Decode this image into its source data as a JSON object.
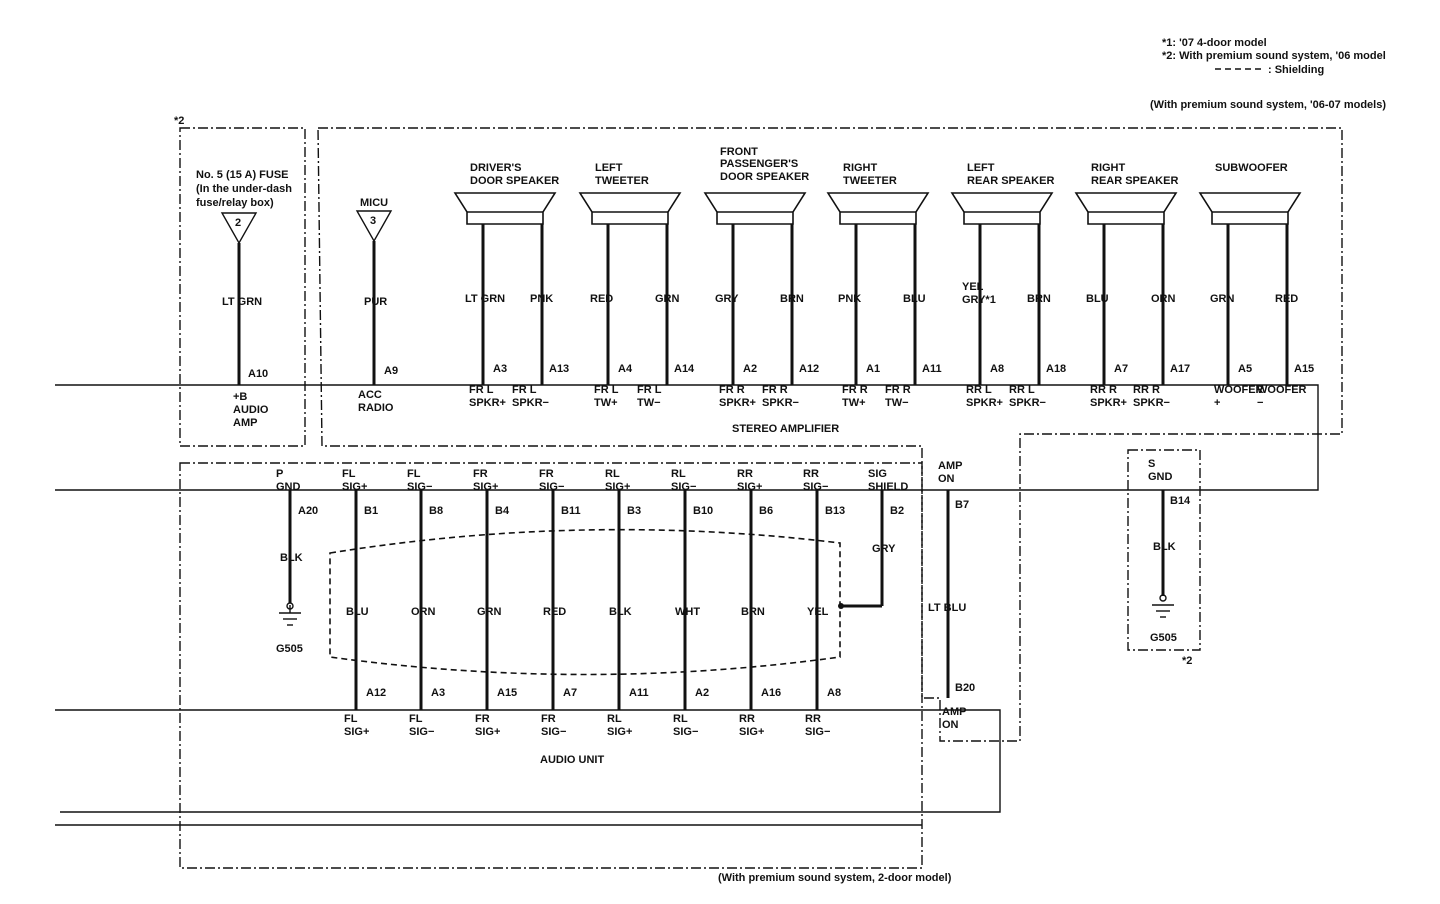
{
  "notes": {
    "n1": "*1: '07 4-door model",
    "n2": "*2: With premium sound system, '06 model",
    "shielding": ": Shielding"
  },
  "boxes": {
    "premium_4door": "(With premium sound system, '06-07 models)",
    "premium_2door": "(With premium sound system, 2-door model)",
    "note_tl": "*2",
    "note_br": "*2"
  },
  "fuse": {
    "line1": "No. 5 (15 A) FUSE",
    "line2": "(In the under-dash",
    "line3": "fuse/relay box)",
    "num": "2",
    "wire": "LT GRN",
    "pin": "A10",
    "term1": "+B",
    "term2": "AUDIO",
    "term3": "AMP"
  },
  "micu": {
    "label": "MICU",
    "num": "3",
    "wire": "PUR",
    "pin": "A9",
    "term1": "ACC",
    "term2": "RADIO"
  },
  "stereo_amp": {
    "label": "STEREO AMPLIFIER"
  },
  "audio_unit": {
    "label": "AUDIO UNIT"
  },
  "speakers": [
    {
      "l1": "DRIVER'S",
      "l2": "DOOR SPEAKER",
      "l3": "",
      "w1": "LT GRN",
      "w2": "PNK",
      "p1": "A3",
      "p2": "A13",
      "t1a": "FR L",
      "t1b": "SPKR+",
      "t2a": "FR L",
      "t2b": "SPKR−"
    },
    {
      "l1": "LEFT",
      "l2": "TWEETER",
      "l3": "",
      "w1": "RED",
      "w2": "GRN",
      "p1": "A4",
      "p2": "A14",
      "t1a": "FR L",
      "t1b": "TW+",
      "t2a": "FR L",
      "t2b": "TW−"
    },
    {
      "l1": "FRONT",
      "l2": "PASSENGER'S",
      "l3": "DOOR SPEAKER",
      "w1": "GRY",
      "w2": "BRN",
      "p1": "A2",
      "p2": "A12",
      "t1a": "FR R",
      "t1b": "SPKR+",
      "t2a": "FR R",
      "t2b": "SPKR−"
    },
    {
      "l1": "RIGHT",
      "l2": "TWEETER",
      "l3": "",
      "w1": "PNK",
      "w2": "BLU",
      "p1": "A1",
      "p2": "A11",
      "t1a": "FR R",
      "t1b": "TW+",
      "t2a": "FR R",
      "t2b": "TW−"
    },
    {
      "l1": "LEFT",
      "l2": "REAR SPEAKER",
      "l3": "",
      "w1": "YEL",
      "w1b": "GRY*1",
      "w2": "BRN",
      "p1": "A8",
      "p2": "A18",
      "t1a": "RR L",
      "t1b": "SPKR+",
      "t2a": "RR L",
      "t2b": "SPKR−"
    },
    {
      "l1": "RIGHT",
      "l2": "REAR SPEAKER",
      "l3": "",
      "w1": "BLU",
      "w2": "ORN",
      "p1": "A7",
      "p2": "A17",
      "t1a": "RR R",
      "t1b": "SPKR+",
      "t2a": "RR R",
      "t2b": "SPKR−"
    },
    {
      "l1": "SUBWOOFER",
      "l2": "",
      "l3": "",
      "w1": "GRN",
      "w2": "RED",
      "p1": "A5",
      "p2": "A15",
      "t1a": "WOOFER",
      "t1b": "+",
      "t2a": "WOOFER",
      "t2b": "−"
    }
  ],
  "amp_inputs": [
    {
      "a": "P",
      "b": "GND",
      "pin": "A20",
      "wire": "BLK"
    },
    {
      "a": "FL",
      "b": "SIG+",
      "pin": "B1",
      "wire": "BLU",
      "upin": "A12",
      "ua": "FL",
      "ub": "SIG+"
    },
    {
      "a": "FL",
      "b": "SIG−",
      "pin": "B8",
      "wire": "ORN",
      "upin": "A3",
      "ua": "FL",
      "ub": "SIG−"
    },
    {
      "a": "FR",
      "b": "SIG+",
      "pin": "B4",
      "wire": "GRN",
      "upin": "A15",
      "ua": "FR",
      "ub": "SIG+"
    },
    {
      "a": "FR",
      "b": "SIG−",
      "pin": "B11",
      "wire": "RED",
      "upin": "A7",
      "ua": "FR",
      "ub": "SIG−"
    },
    {
      "a": "RL",
      "b": "SIG+",
      "pin": "B3",
      "wire": "BLK",
      "upin": "A11",
      "ua": "RL",
      "ub": "SIG+"
    },
    {
      "a": "RL",
      "b": "SIG−",
      "pin": "B10",
      "wire": "WHT",
      "upin": "A2",
      "ua": "RL",
      "ub": "SIG−"
    },
    {
      "a": "RR",
      "b": "SIG+",
      "pin": "B6",
      "wire": "BRN",
      "upin": "A16",
      "ua": "RR",
      "ub": "SIG+"
    },
    {
      "a": "RR",
      "b": "SIG−",
      "pin": "B13",
      "wire": "YEL",
      "upin": "A8",
      "ua": "RR",
      "ub": "SIG−"
    },
    {
      "a": "SIG",
      "b": "SHIELD",
      "pin": "B2",
      "wire": "GRY"
    }
  ],
  "gnd_left": {
    "label": "G505"
  },
  "amp_on": {
    "a": "AMP",
    "b": "ON",
    "pin": "B7",
    "wire": "LT BLU",
    "upin": "B20",
    "ua": "AMP",
    "ub": "ON"
  },
  "s_gnd": {
    "a": "S",
    "b": "GND",
    "pin": "B14",
    "wire": "BLK",
    "ground": "G505"
  }
}
